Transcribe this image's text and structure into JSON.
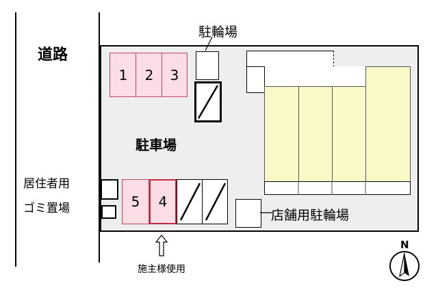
{
  "road_label": "道路",
  "bicycle_parking_label": "駐輪場",
  "car_parking_label": "駐車場",
  "garbage_label_line1": "居住者用",
  "garbage_label_line2": "ゴミ置場",
  "shop_bicycle_label": "店舗用駐輪場",
  "owner_use_label": "施主様使用",
  "north_label": "N",
  "slots_top": [
    "1",
    "2",
    "3"
  ],
  "slots_bottom": [
    "5",
    "4"
  ],
  "colors": {
    "slot_fill": "#fbdde6",
    "slot_border": "#c2465f",
    "building_fill": "#fbf8c8",
    "lot_fill": "#eeeeee"
  }
}
